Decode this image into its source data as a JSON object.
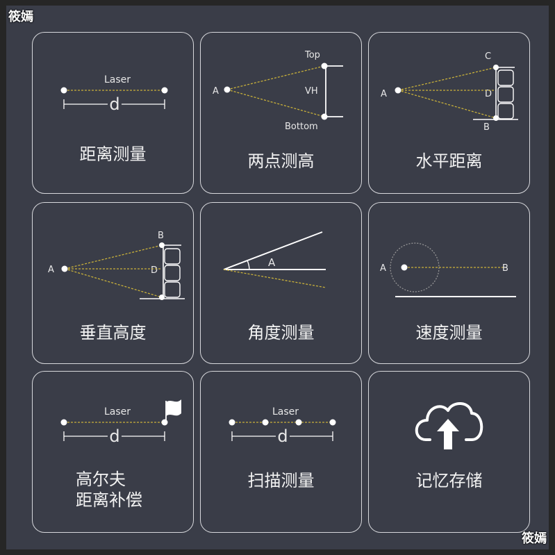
{
  "watermark": "筱嫣",
  "tiles": [
    {
      "label": "距离测量",
      "diagram": {
        "laser": "Laser",
        "d": "d"
      }
    },
    {
      "label": "两点测高",
      "diagram": {
        "a": "A",
        "top": "Top",
        "vh": "VH",
        "bottom": "Bottom"
      }
    },
    {
      "label": "水平距离",
      "diagram": {
        "a": "A",
        "c": "C",
        "d": "D",
        "b": "B"
      }
    },
    {
      "label": "垂直高度",
      "diagram": {
        "a": "A",
        "b": "B",
        "d": "D"
      }
    },
    {
      "label": "角度测量",
      "diagram": {
        "a": "A"
      }
    },
    {
      "label": "速度测量",
      "diagram": {
        "a": "A",
        "b": "B"
      }
    },
    {
      "label_line1": "高尔夫",
      "label_line2": "距离补偿",
      "diagram": {
        "laser": "Laser",
        "d": "d"
      }
    },
    {
      "label": "扫描测量",
      "diagram": {
        "laser": "Laser",
        "d": "d"
      }
    },
    {
      "label": "记忆存储",
      "icon": "cloud-upload-icon"
    }
  ],
  "colors": {
    "background": "#3a3d48",
    "border": "#d8d9dd",
    "laser_line": "#c9b13a",
    "text": "#f2f2f2"
  }
}
